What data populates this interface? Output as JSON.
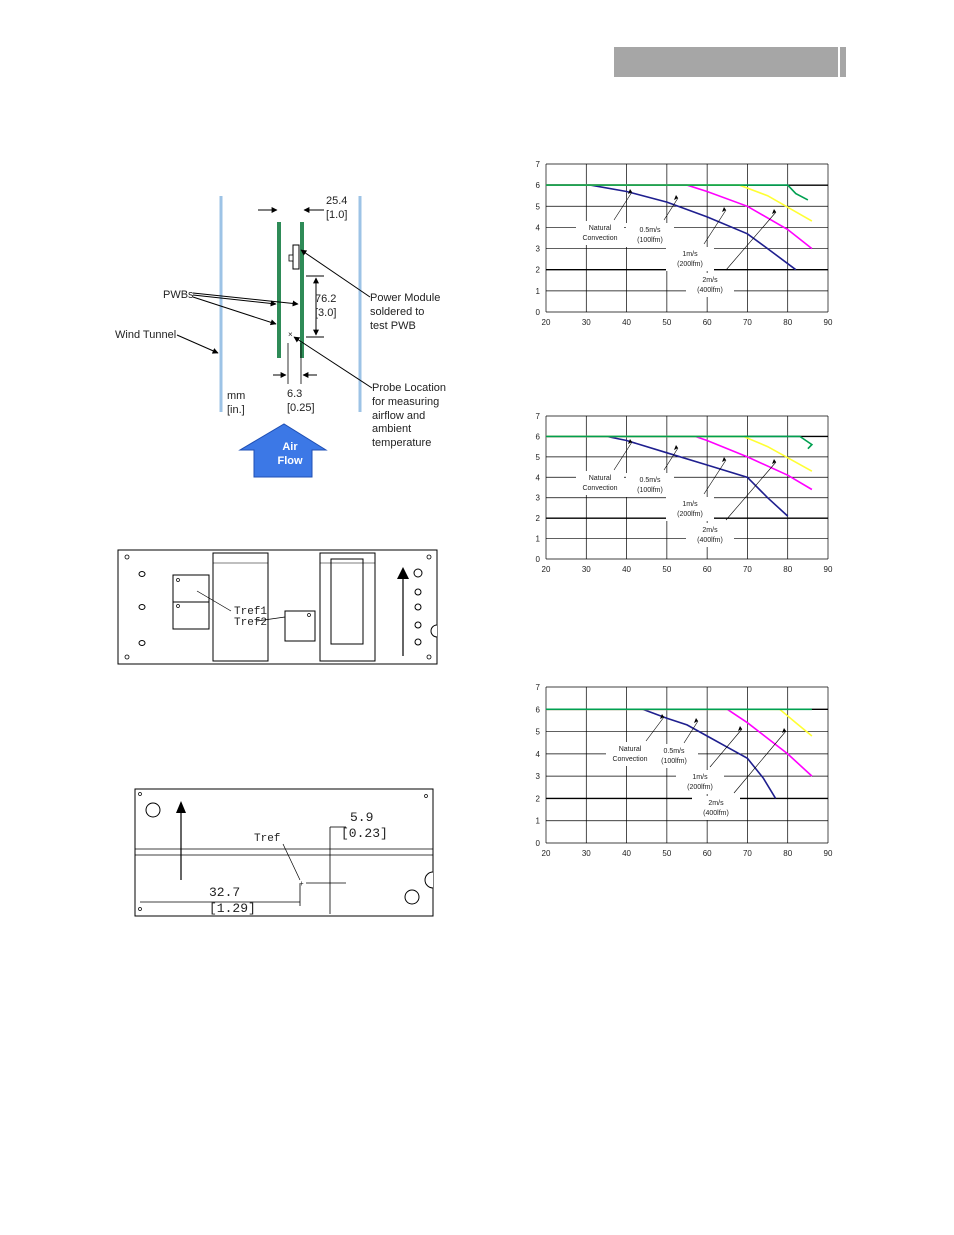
{
  "header": {
    "bar_color": "#a6a6a6"
  },
  "fig_tunnel": {
    "dim_spacing": "25.4",
    "dim_spacing_in": "[1.0]",
    "label_pwbs": "PWBs",
    "label_wind_tunnel": "Wind Tunnel",
    "dim_height": "76.2",
    "dim_height_in": "[3.0]",
    "label_module_1": "Power Module",
    "label_module_2": "soldered to",
    "label_module_3": "test PWB",
    "dim_probe": "6.3",
    "dim_probe_in": "[0.25]",
    "units_1": "mm",
    "units_2": "[in.]",
    "probe_1": "Probe Location",
    "probe_2": "for measuring",
    "probe_3": "airflow and",
    "probe_4": "ambient",
    "probe_5": "temperature",
    "airflow_1": "Air",
    "airflow_2": "Flow",
    "colors": {
      "tunnel": "#9dc3e6",
      "pwb": "#2e8b57",
      "arrow": "#3c78e6"
    }
  },
  "fig_board1": {
    "ref_1": "Tref1",
    "ref_2": "Tref2"
  },
  "fig_board2": {
    "ref": "Tref",
    "dim_x": "32.7",
    "dim_x_in": "[1.29]",
    "dim_y": "5.9",
    "dim_y_in": "[0.23]"
  },
  "chart_data": [
    {
      "type": "line",
      "xlim": [
        20,
        90
      ],
      "ylim": [
        0,
        7
      ],
      "x_ticks": [
        "20",
        "30",
        "40",
        "50",
        "60",
        "70",
        "80",
        "90"
      ],
      "y_ticks": [
        "0",
        "1",
        "2",
        "3",
        "4",
        "5",
        "6",
        "7"
      ],
      "series": [
        {
          "color": "#1f1f8f",
          "points": [
            [
              20,
              6
            ],
            [
              31,
              6
            ],
            [
              40,
              5.7
            ],
            [
              50,
              5.2
            ],
            [
              60,
              4.5
            ],
            [
              70,
              3.7
            ],
            [
              75,
              3
            ],
            [
              82,
              2
            ]
          ]
        },
        {
          "color": "#ff00ff",
          "points": [
            [
              20,
              6
            ],
            [
              55,
              6
            ],
            [
              60,
              5.7
            ],
            [
              70,
              5
            ],
            [
              80,
              3.9
            ],
            [
              86,
              3
            ]
          ]
        },
        {
          "color": "#ffff33",
          "points": [
            [
              20,
              6
            ],
            [
              68,
              6
            ],
            [
              75,
              5.5
            ],
            [
              86,
              4.3
            ]
          ]
        },
        {
          "color": "#00a050",
          "points": [
            [
              20,
              6
            ],
            [
              80,
              6
            ],
            [
              82,
              5.6
            ],
            [
              85,
              5.3
            ]
          ]
        }
      ],
      "annotations": [
        {
          "lines": [
            "Natural",
            "Convection"
          ]
        },
        {
          "lines": [
            "0.5m/s",
            "(100lfm)"
          ]
        },
        {
          "lines": [
            "1m/s",
            "(200lfm)"
          ]
        },
        {
          "lines": [
            "2m/s",
            "(400lfm)"
          ]
        }
      ],
      "grid": true
    },
    {
      "type": "line",
      "xlim": [
        20,
        90
      ],
      "ylim": [
        0,
        7
      ],
      "x_ticks": [
        "20",
        "30",
        "40",
        "50",
        "60",
        "70",
        "80",
        "90"
      ],
      "y_ticks": [
        "0",
        "1",
        "2",
        "3",
        "4",
        "5",
        "6",
        "7"
      ],
      "series": [
        {
          "color": "#1f1f8f",
          "points": [
            [
              20,
              6
            ],
            [
              35,
              6
            ],
            [
              40,
              5.8
            ],
            [
              50,
              5.2
            ],
            [
              60,
              4.6
            ],
            [
              70,
              4
            ],
            [
              75,
              3
            ],
            [
              80,
              2.1
            ]
          ]
        },
        {
          "color": "#ff00ff",
          "points": [
            [
              20,
              6
            ],
            [
              57,
              6
            ],
            [
              60,
              5.8
            ],
            [
              70,
              5
            ],
            [
              80,
              4.1
            ],
            [
              86,
              3.4
            ]
          ]
        },
        {
          "color": "#ffff33",
          "points": [
            [
              20,
              6
            ],
            [
              69,
              6
            ],
            [
              75,
              5.5
            ],
            [
              86,
              4.3
            ]
          ]
        },
        {
          "color": "#00a050",
          "points": [
            [
              20,
              6
            ],
            [
              83,
              6
            ],
            [
              86,
              5.6
            ],
            [
              85,
              5.4
            ]
          ]
        }
      ],
      "annotations": [
        {
          "lines": [
            "Natural",
            "Convection"
          ]
        },
        {
          "lines": [
            "0.5m/s",
            "(100lfm)"
          ]
        },
        {
          "lines": [
            "1m/s",
            "(200lfm)"
          ]
        },
        {
          "lines": [
            "2m/s",
            "(400lfm)"
          ]
        }
      ],
      "grid": true
    },
    {
      "type": "line",
      "xlim": [
        20,
        90
      ],
      "ylim": [
        0,
        7
      ],
      "x_ticks": [
        "20",
        "30",
        "40",
        "50",
        "60",
        "70",
        "80",
        "90"
      ],
      "y_ticks": [
        "0",
        "1",
        "2",
        "3",
        "4",
        "5",
        "6",
        "7"
      ],
      "series": [
        {
          "color": "#1f1f8f",
          "points": [
            [
              44,
              6
            ],
            [
              50,
              5.6
            ],
            [
              55,
              5.3
            ],
            [
              60,
              4.8
            ],
            [
              65,
              4.3
            ],
            [
              70,
              3.8
            ],
            [
              74,
              2.9
            ],
            [
              77,
              2
            ]
          ]
        },
        {
          "color": "#ff00ff",
          "points": [
            [
              20,
              6
            ],
            [
              65,
              6
            ],
            [
              70,
              5.4
            ],
            [
              80,
              4
            ],
            [
              86,
              3
            ]
          ]
        },
        {
          "color": "#ffff33",
          "points": [
            [
              20,
              6
            ],
            [
              78,
              6
            ],
            [
              82,
              5.4
            ],
            [
              86,
              4.8
            ]
          ]
        },
        {
          "color": "#00a050",
          "points": [
            [
              20,
              6
            ],
            [
              86,
              6
            ]
          ]
        }
      ],
      "annotations": [
        {
          "lines": [
            "Natural",
            "Convection"
          ]
        },
        {
          "lines": [
            "0.5m/s",
            "(100lfm)"
          ]
        },
        {
          "lines": [
            "1m/s",
            "(200lfm)"
          ]
        },
        {
          "lines": [
            "2m/s",
            "(400lfm)"
          ]
        }
      ],
      "grid": true
    }
  ]
}
